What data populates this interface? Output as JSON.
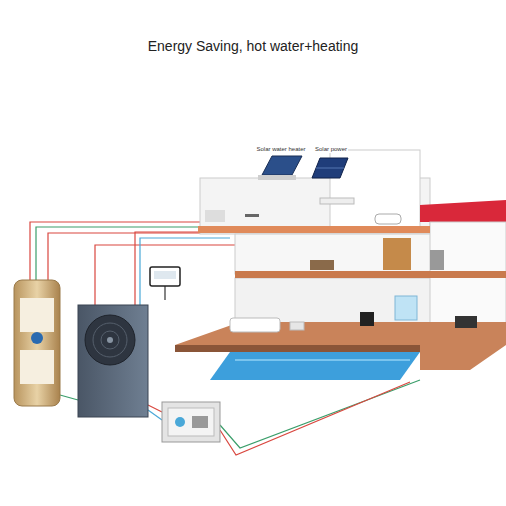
{
  "diagram": {
    "title": "Energy Saving, hot water+heating",
    "labels": [
      "Solar water heater",
      "Solar power"
    ]
  }
}
